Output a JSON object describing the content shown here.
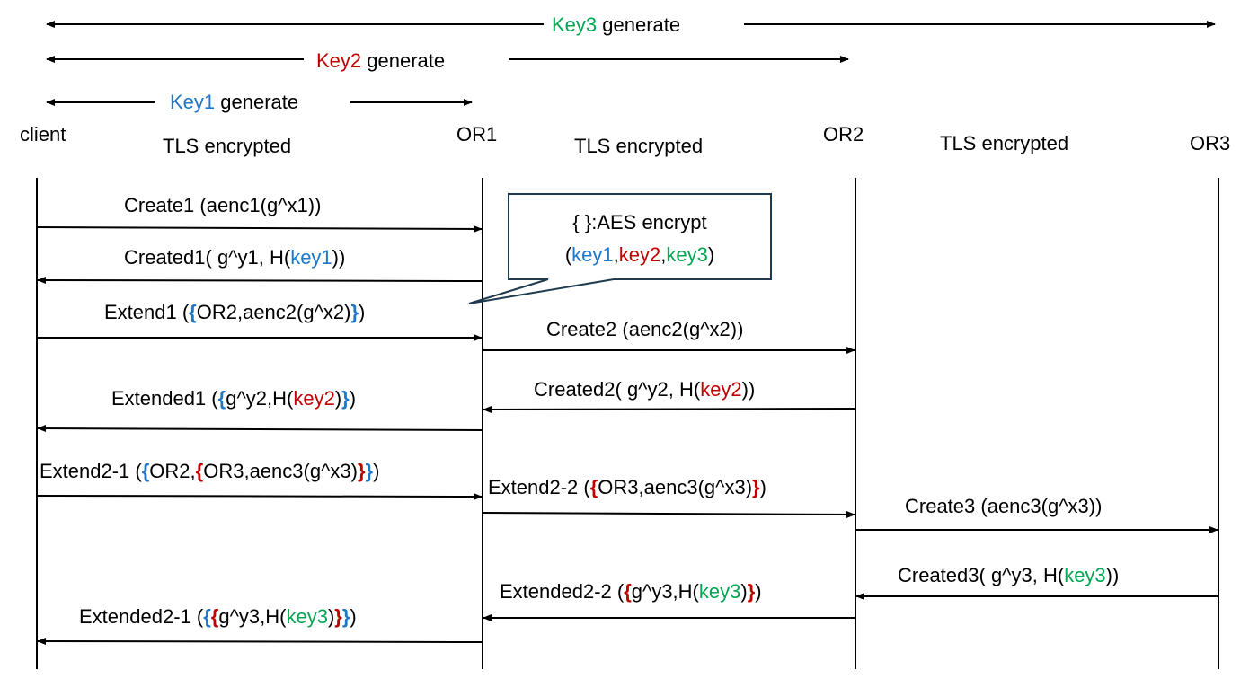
{
  "colors": {
    "key1": "#1f77c9",
    "key2": "#c00000",
    "key3": "#00a651",
    "text": "#000000",
    "line": "#000000",
    "callout_border": "#1f3b4d"
  },
  "key_headers": [
    {
      "key": "Key3",
      "rest": " generate",
      "color": "key3"
    },
    {
      "key": "Key2",
      "rest": " generate",
      "color": "key2"
    },
    {
      "key": "Key1",
      "rest": " generate",
      "color": "key1"
    }
  ],
  "nodes": [
    "client",
    "OR1",
    "OR2",
    "OR3"
  ],
  "segment_labels": [
    "TLS encrypted",
    "TLS encrypted",
    "TLS encrypted"
  ],
  "callout": {
    "line1": "{ }:AES encrypt",
    "line2": [
      {
        "t": "(",
        "c": "text"
      },
      {
        "t": "key1",
        "c": "key1"
      },
      {
        "t": ",",
        "c": "text"
      },
      {
        "t": "key2",
        "c": "key2"
      },
      {
        "t": ",",
        "c": "text"
      },
      {
        "t": "key3",
        "c": "key3"
      },
      {
        "t": ")",
        "c": "text"
      }
    ]
  },
  "messages": [
    {
      "id": "create1",
      "from": 0,
      "to": 1,
      "runs": [
        {
          "t": "Create1 (aenc1(g^x1))",
          "c": "text"
        }
      ]
    },
    {
      "id": "created1",
      "from": 1,
      "to": 0,
      "runs": [
        {
          "t": "Created1( g^y1, H(",
          "c": "text"
        },
        {
          "t": "key1",
          "c": "key1"
        },
        {
          "t": "))",
          "c": "text"
        }
      ]
    },
    {
      "id": "extend1",
      "from": 0,
      "to": 1,
      "runs": [
        {
          "t": "Extend1 (",
          "c": "text"
        },
        {
          "t": "{",
          "c": "key1",
          "b": true
        },
        {
          "t": "OR2,aenc2(g^x2)",
          "c": "text"
        },
        {
          "t": "}",
          "c": "key1",
          "b": true
        },
        {
          "t": ")",
          "c": "text"
        }
      ]
    },
    {
      "id": "create2",
      "from": 1,
      "to": 2,
      "runs": [
        {
          "t": "Create2 (aenc2(g^x2))",
          "c": "text"
        }
      ]
    },
    {
      "id": "created2",
      "from": 2,
      "to": 1,
      "runs": [
        {
          "t": "Created2( g^y2, H(",
          "c": "text"
        },
        {
          "t": "key2",
          "c": "key2"
        },
        {
          "t": "))",
          "c": "text"
        }
      ]
    },
    {
      "id": "extended1",
      "from": 1,
      "to": 0,
      "runs": [
        {
          "t": "Extended1 (",
          "c": "text"
        },
        {
          "t": "{",
          "c": "key1",
          "b": true
        },
        {
          "t": "g^y2,H(",
          "c": "text"
        },
        {
          "t": "key2",
          "c": "key2"
        },
        {
          "t": ")",
          "c": "text"
        },
        {
          "t": "}",
          "c": "key1",
          "b": true
        },
        {
          "t": ")",
          "c": "text"
        }
      ]
    },
    {
      "id": "extend2-1",
      "from": 0,
      "to": 1,
      "runs": [
        {
          "t": "Extend2-1 (",
          "c": "text"
        },
        {
          "t": "{",
          "c": "key1",
          "b": true
        },
        {
          "t": "OR2,",
          "c": "text"
        },
        {
          "t": "{",
          "c": "key2",
          "b": true
        },
        {
          "t": "OR3,aenc3(g^x3)",
          "c": "text"
        },
        {
          "t": "}",
          "c": "key2",
          "b": true
        },
        {
          "t": "}",
          "c": "key1",
          "b": true
        },
        {
          "t": ")",
          "c": "text"
        }
      ]
    },
    {
      "id": "extend2-2",
      "from": 1,
      "to": 2,
      "runs": [
        {
          "t": "Extend2-2 (",
          "c": "text"
        },
        {
          "t": "{",
          "c": "key2",
          "b": true
        },
        {
          "t": "OR3,aenc3(g^x3)",
          "c": "text"
        },
        {
          "t": "}",
          "c": "key2",
          "b": true
        },
        {
          "t": ")",
          "c": "text"
        }
      ]
    },
    {
      "id": "create3",
      "from": 2,
      "to": 3,
      "runs": [
        {
          "t": "Create3 (aenc3(g^x3))",
          "c": "text"
        }
      ]
    },
    {
      "id": "created3",
      "from": 3,
      "to": 2,
      "runs": [
        {
          "t": "Created3( g^y3, H(",
          "c": "text"
        },
        {
          "t": "key3",
          "c": "key3"
        },
        {
          "t": "))",
          "c": "text"
        }
      ]
    },
    {
      "id": "extended2-2",
      "from": 2,
      "to": 1,
      "runs": [
        {
          "t": "Extended2-2 (",
          "c": "text"
        },
        {
          "t": "{",
          "c": "key2",
          "b": true
        },
        {
          "t": "g^y3,H(",
          "c": "text"
        },
        {
          "t": "key3",
          "c": "key3"
        },
        {
          "t": ")",
          "c": "text"
        },
        {
          "t": "}",
          "c": "key2",
          "b": true
        },
        {
          "t": ")",
          "c": "text"
        }
      ]
    },
    {
      "id": "extended2-1",
      "from": 1,
      "to": 0,
      "runs": [
        {
          "t": "Extended2-1 (",
          "c": "text"
        },
        {
          "t": "{",
          "c": "key1",
          "b": true
        },
        {
          "t": "{",
          "c": "key2",
          "b": true
        },
        {
          "t": "g^y3,H(",
          "c": "text"
        },
        {
          "t": "key3",
          "c": "key3"
        },
        {
          "t": ")",
          "c": "text"
        },
        {
          "t": "}",
          "c": "key2",
          "b": true
        },
        {
          "t": "}",
          "c": "key1",
          "b": true
        },
        {
          "t": ")",
          "c": "text"
        }
      ]
    }
  ]
}
